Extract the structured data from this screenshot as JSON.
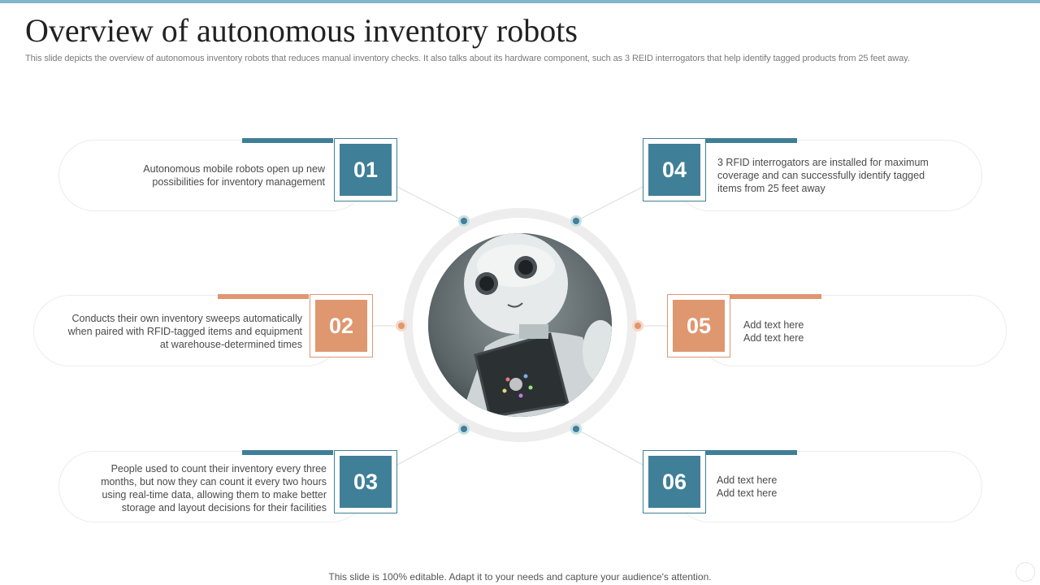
{
  "slide": {
    "title": "Overview of autonomous inventory robots",
    "subtitle": "This slide depicts the overview of autonomous inventory robots that reduces manual inventory checks. It also talks about its hardware component, such as 3 REID interrogators that help identify tagged products from 25 feet away.",
    "footer": "This slide is 100% editable. Adapt it to your needs and capture your audience's attention."
  },
  "colors": {
    "blue": "#3f7f97",
    "orange": "#df9770",
    "accent_bar": "#7fb6cc"
  },
  "items": [
    {
      "number": "01",
      "color": "blue",
      "lines": [
        "Autonomous mobile robots open up new",
        "possibilities for inventory  management"
      ]
    },
    {
      "number": "02",
      "color": "orange",
      "lines": [
        "Conducts their own inventory  sweeps automatically",
        "when paired with RFID-tagged  items and equipment",
        "at warehouse-determined  times"
      ]
    },
    {
      "number": "03",
      "color": "blue",
      "lines": [
        "People used to count their inventory  every three",
        "months, but now they can count it every  two hours",
        "using real-time  data, allowing them to make better",
        "storage and layout decisions for their facilities"
      ]
    },
    {
      "number": "04",
      "color": "blue",
      "lines": [
        "3 RFID interrogators  are installed for maximum",
        "coverage  and can successfully identify tagged",
        "items from  25 feet  away"
      ]
    },
    {
      "number": "05",
      "color": "orange",
      "lines": [
        "Add text here",
        "Add text here"
      ]
    },
    {
      "number": "06",
      "color": "blue",
      "lines": [
        "Add text here",
        "Add text here"
      ]
    }
  ],
  "center_image": {
    "icon": "robot-photo"
  }
}
